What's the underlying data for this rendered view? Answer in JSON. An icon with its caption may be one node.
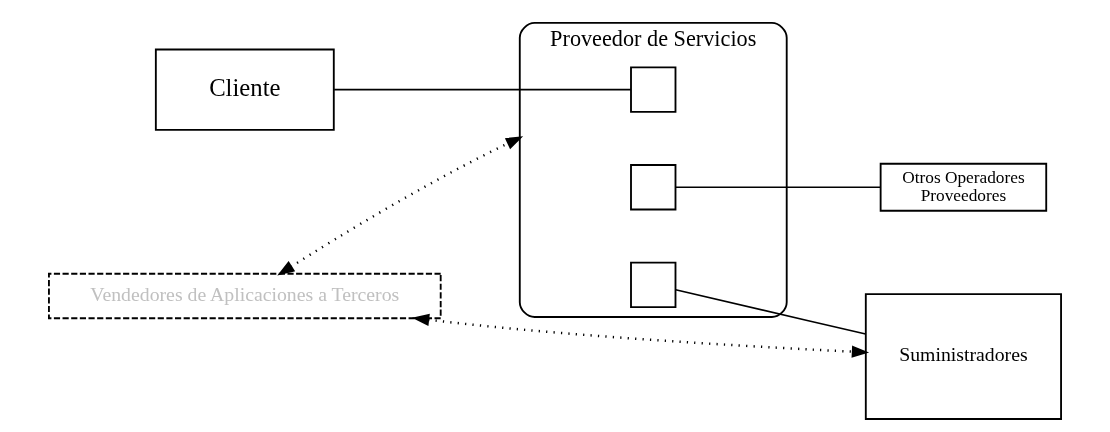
{
  "diagram": {
    "nodes": [
      {
        "text": [
          "Cliente"
        ]
      },
      {
        "text": [
          "Proveedor de Servicios"
        ]
      },
      {
        "text": [],
        "shape": "box",
        "in": 1
      },
      {
        "text": [],
        "shape": "box",
        "in": 1
      },
      {
        "text": [],
        "shape": "box",
        "in": 1
      },
      {
        "text": [
          "Otros Operadores",
          "Proveedores"
        ]
      },
      {
        "text": [
          "Vendedores de Aplicaciones a Terceros"
        ]
      },
      {
        "text": [
          "Suministradores"
        ]
      }
    ],
    "edges": [
      {
        "from": 0,
        "to": 2,
        "arrow": "none"
      },
      {
        "from": 3,
        "to": 5,
        "arrow": "none"
      },
      {
        "from": 4,
        "to": 7,
        "arrow": "none"
      },
      {
        "from": 6,
        "to": 1,
        "arrow": "both",
        "style": "dashed"
      },
      {
        "from": 6,
        "to": 7,
        "arrow": "both",
        "style": "dashed"
      }
    ]
  }
}
